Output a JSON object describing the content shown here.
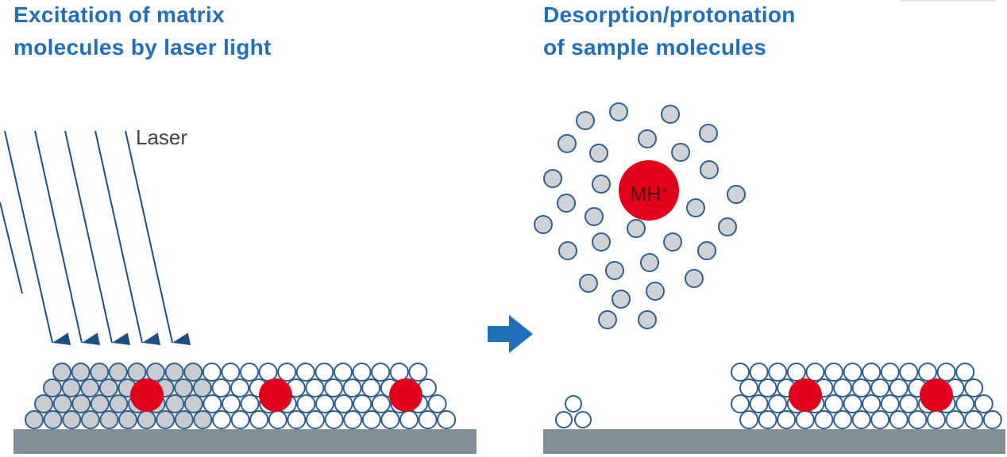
{
  "left_panel": {
    "title_line1": "Excitation of matrix",
    "title_line2": "molecules by laser light",
    "laser_label": "Laser"
  },
  "right_panel": {
    "title_line1": "Desorption/protonation",
    "title_line2": "of sample molecules",
    "ion_label": "MH",
    "ion_charge": "+"
  },
  "colors": {
    "title_blue": "#1f6fba",
    "laser_blue": "#1d4f86",
    "matrix_outline": "#2f5f92",
    "excited_fill": "#c8ccd0",
    "plume_fill": "#cfd3d7",
    "analyte_red": "#e2001a",
    "plate_gray": "#7f8e97",
    "arrow_blue": "#1f6fba"
  },
  "icons": {
    "transition": "arrow-right-icon"
  }
}
